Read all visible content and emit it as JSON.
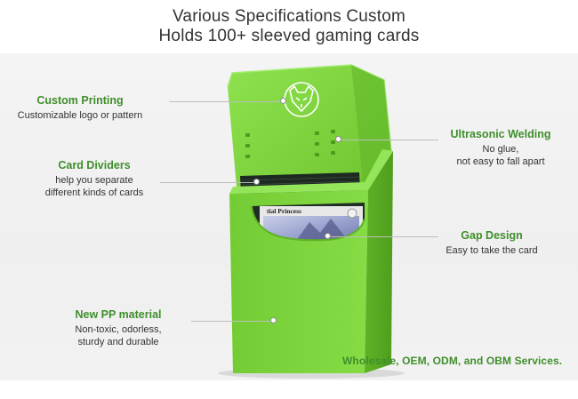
{
  "header": {
    "title_line1": "Various Specifications Custom",
    "title_line2": "Holds 100+ sleeved gaming cards"
  },
  "features": {
    "custom_printing": {
      "title": "Custom Printing",
      "desc": "Customizable logo or pattern"
    },
    "card_dividers": {
      "title": "Card Dividers",
      "desc_line1": "help you separate",
      "desc_line2": "different kinds of cards"
    },
    "new_pp_material": {
      "title": "New PP material",
      "desc_line1": "Non-toxic, odorless,",
      "desc_line2": "sturdy and durable"
    },
    "ultrasonic_welding": {
      "title": "Ultrasonic Welding",
      "desc_line1": "No glue,",
      "desc_line2": "not easy to fall apart"
    },
    "gap_design": {
      "title": "Gap Design",
      "desc": "Easy to take the card"
    }
  },
  "card": {
    "name_text": "tial Princess"
  },
  "footer": {
    "services": "Wholesale, OEM, ODM, and OBM Services."
  },
  "colors": {
    "box_green": "#7ed43c",
    "accent_green": "#3f8e2c"
  },
  "icons": {
    "logo": "fox-logo-icon"
  }
}
